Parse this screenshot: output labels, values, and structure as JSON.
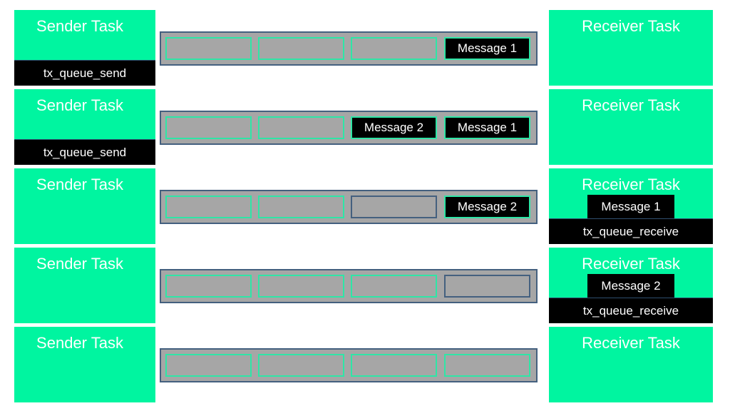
{
  "rows": [
    {
      "sender": {
        "title": "Sender Task",
        "api": "tx_queue_send"
      },
      "queue": {
        "slots": [
          "",
          "",
          "",
          "Message 1"
        ]
      },
      "receiver": {
        "title": "Receiver Task"
      }
    },
    {
      "sender": {
        "title": "Sender Task",
        "api": "tx_queue_send"
      },
      "queue": {
        "slots": [
          "",
          "",
          "Message 2",
          "Message 1"
        ]
      },
      "receiver": {
        "title": "Receiver Task"
      }
    },
    {
      "sender": {
        "title": "Sender Task"
      },
      "queue": {
        "slots": [
          "",
          "",
          "",
          "Message 2"
        ]
      },
      "receiver": {
        "title": "Receiver Task",
        "message": "Message 1",
        "api": "tx_queue_receive"
      }
    },
    {
      "sender": {
        "title": "Sender Task"
      },
      "queue": {
        "slots": [
          "",
          "",
          "",
          ""
        ]
      },
      "receiver": {
        "title": "Receiver Task",
        "message": "Message 2",
        "api": "tx_queue_receive"
      }
    },
    {
      "sender": {
        "title": "Sender Task"
      },
      "queue": {
        "slots": [
          "",
          "",
          "",
          ""
        ]
      },
      "receiver": {
        "title": "Receiver Task"
      }
    }
  ],
  "colors": {
    "task_fill": "#00f5a0",
    "queue_fill": "#a6a6a6",
    "queue_border": "#44607f",
    "slot_border": "#2ee6a6",
    "label_fill": "#000000",
    "label_text": "#ffffff"
  }
}
